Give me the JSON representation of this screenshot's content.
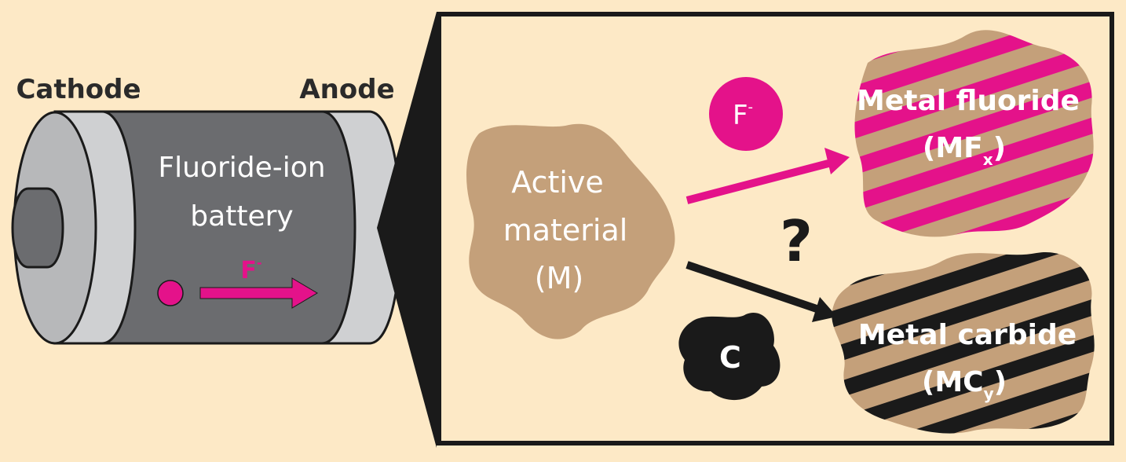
{
  "battery": {
    "cathode_label": "Cathode",
    "anode_label": "Anode",
    "name_line1": "Fluoride-ion",
    "name_line2": "battery",
    "ion_label": "F",
    "ion_charge": "-"
  },
  "reaction": {
    "active_line1": "Active",
    "active_line2": "material",
    "active_line3": "(M)",
    "fluoride_ion": "F",
    "fluoride_charge": "-",
    "carbon": "C",
    "question": "?",
    "product_fluoride_line1": "Metal fluoride",
    "product_fluoride_formula": "(MF",
    "product_fluoride_sub": "x",
    "product_fluoride_close": ")",
    "product_carbide_line1": "Metal carbide",
    "product_carbide_formula": "(MC",
    "product_carbide_sub": "y",
    "product_carbide_close": ")"
  },
  "colors": {
    "background": "#fde9c6",
    "magenta": "#e4128a",
    "tan": "#c4a07a",
    "black": "#1a1a1a",
    "battery_body": "#6b6c6f",
    "battery_cap": "#cfd0d2"
  }
}
